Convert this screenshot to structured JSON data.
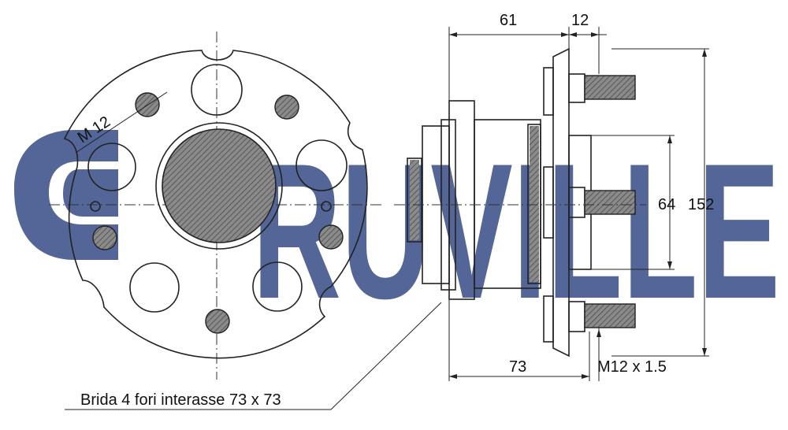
{
  "watermark": {
    "text": "RUVILLE",
    "color": "#4a5e92"
  },
  "labels": {
    "stud_callout": "M 12",
    "dim_flange_depth": "61",
    "dim_flange_thickness": "12",
    "dim_overall_depth": "73",
    "dim_pilot_diameter": "64",
    "dim_flange_diameter": "152",
    "thread_size": "M12 x 1.5",
    "bolt_pattern_note": "Brida 4 fori interasse 73 x 73"
  },
  "colors": {
    "line": "#222222",
    "hatch_fill": "#8a8a8a",
    "watermark": "#4a5e92"
  }
}
